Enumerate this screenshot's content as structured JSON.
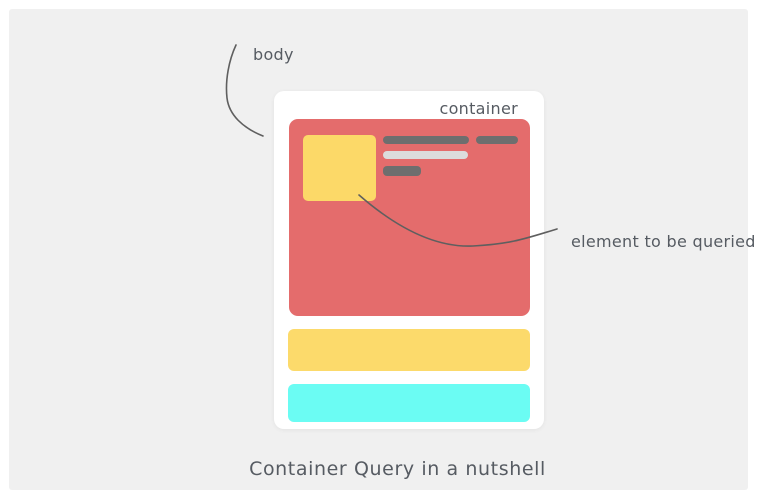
{
  "caption": "Container Query in a nutshell",
  "annotations": {
    "body_label": "body",
    "container_label": "container",
    "element_label": "element to be queried"
  },
  "colors": {
    "canvas_background": "#f0f0f0",
    "card_background": "#ffffff",
    "container_box": "#e46c6c",
    "queried_element": "#fcd968",
    "yellow_block": "#fcda6b",
    "cyan_block": "#6bfcf3",
    "dark_bar": "#6e6e6e",
    "light_bar": "#dcdcdc",
    "annotation_text": "#565b62",
    "annotation_line": "#5f5f5f"
  }
}
